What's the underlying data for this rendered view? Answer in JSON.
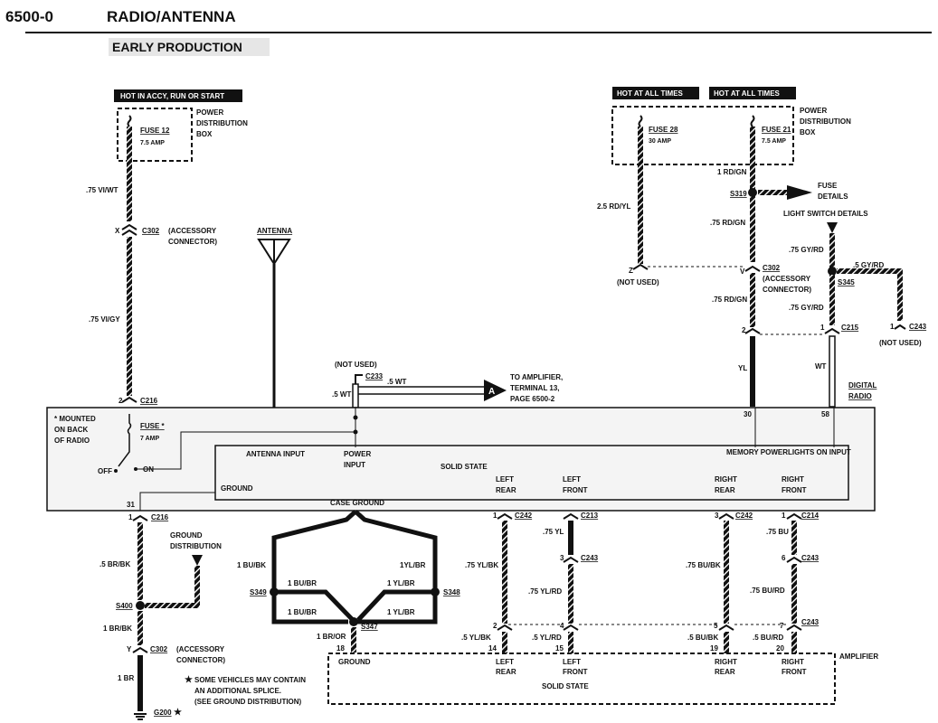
{
  "header": {
    "code": "6500-0",
    "title": "RADIO/ANTENNA",
    "subtitle": "EARLY PRODUCTION"
  },
  "banners": {
    "accy": "HOT IN ACCY, RUN OR START",
    "always1": "HOT AT ALL TIMES",
    "always2": "HOT AT ALL TIMES"
  },
  "pdb": {
    "left": [
      "POWER",
      "DISTRIBUTION",
      "BOX"
    ],
    "right": [
      "POWER",
      "DISTRIBUTION",
      "BOX"
    ]
  },
  "fuses": {
    "f12": "FUSE 12",
    "f12amp": "7.5 AMP",
    "f28": "FUSE 28",
    "f28amp": "30 AMP",
    "f21": "FUSE 21",
    "f21amp": "7.5 AMP",
    "radio": "FUSE *",
    "radioamp": "7 AMP"
  },
  "wires": {
    "w1": ".75 VI/WT",
    "w2": ".75 VI/GY",
    "w3": "2.5 RD/YL",
    "w4": "1 RD/GN",
    "w5": ".75 RD/GN",
    "w6": ".75 RD/GN",
    "w7": ".75 GY/RD",
    "w8": ".75 GY/RD",
    "w9": ".5 GY/RD",
    "w10": "YL",
    "w11": "WT",
    "w12": ".5 WT",
    "w13": ".5 WT",
    "w14": ".5 BR/BK",
    "w15": "1 BR/BK",
    "w16": "1 BR",
    "w17": "1 BU/BK",
    "w18": "1 BU/BR",
    "w19": "1 BU/BR",
    "w20": "1YL/BR",
    "w21": "1 YL/BR",
    "w22": "1 YL/BR",
    "w23": "1 BR/OR",
    "w24": ".75 YL/BK",
    "w25": ".5 YL/BK",
    "w26": ".75 YL",
    "w27": ".75 YL/RD",
    "w28": ".5 YL/RD",
    "w29": ".75 BU/BK",
    "w30": ".5 BU/BK",
    "w31": ".75 BU",
    "w32": ".75 BU/RD",
    "w33": ".5 BU/RD"
  },
  "connectors": {
    "c302": "C302",
    "c302desc": [
      "(ACCESSORY",
      "CONNECTOR)"
    ],
    "x": "X",
    "y": "Y",
    "z": "Z",
    "v": "V",
    "c302r": "C302",
    "c302rdesc": [
      "(ACCESSORY",
      "CONNECTOR)"
    ],
    "c216a": "C216",
    "c216b": "C216",
    "c233": "C233",
    "c215": "C215",
    "c243": "C243",
    "c242a": "C242",
    "c213": "C213",
    "c242b": "C242",
    "c214": "C214",
    "c243a": "C243",
    "c243b": "C243",
    "c243c": "C243",
    "c302b": "C302",
    "s319": "S319",
    "s345": "S345",
    "s349": "S349",
    "s348": "S348",
    "s347": "S347",
    "s400": "S400",
    "g200": "G200",
    "notused1": "(NOT USED)",
    "notused2": "(NOT USED)",
    "notused3": "(NOT USED)"
  },
  "pins": {
    "p2": "2",
    "p31": "31",
    "p1": "1",
    "p30": "30",
    "p58": "58",
    "p2b": "2",
    "p1b": "1",
    "p1c": "1",
    "p1d": "1",
    "p1e": "1",
    "p3": "3",
    "p1f": "1",
    "p3b": "3",
    "p6": "6",
    "p2c": "2",
    "p4": "4",
    "p5": "5",
    "p7": "7",
    "p14": "14",
    "p15": "15",
    "p19": "19",
    "p20": "20",
    "p18": "18"
  },
  "labels": {
    "antenna": "ANTENNA",
    "fuseDetails": [
      "FUSE",
      "DETAILS"
    ],
    "lightSwitch": "LIGHT SWITCH DETAILS",
    "amplifierRef": [
      "TO AMPLIFIER,",
      "TERMINAL 13,",
      "PAGE 6500-2"
    ],
    "arrowA": "A",
    "digitalRadio": [
      "DIGITAL",
      "RADIO"
    ],
    "mounted": [
      "* MOUNTED",
      "ON BACK",
      "OF RADIO"
    ],
    "off": "OFF",
    "on": "ON",
    "antennaInput": "ANTENNA INPUT",
    "powerInput": [
      "POWER",
      "INPUT"
    ],
    "solidState": "SOLID STATE",
    "ground": "GROUND",
    "memoryPower": "MEMORY POWER",
    "lightsOn": "LIGHTS ON INPUT",
    "leftRear": [
      "LEFT",
      "REAR"
    ],
    "leftFront": [
      "LEFT",
      "FRONT"
    ],
    "rightRear": [
      "RIGHT",
      "REAR"
    ],
    "rightFront": [
      "RIGHT",
      "FRONT"
    ],
    "caseGround": "CASE GROUND",
    "groundDist": [
      "GROUND",
      "DISTRIBUTION"
    ],
    "amplifier": "AMPLIFIER",
    "ampGround": "GROUND",
    "ampSolidState": "SOLID STATE",
    "ampLeftRear": [
      "LEFT",
      "REAR"
    ],
    "ampLeftFront": [
      "LEFT",
      "FRONT"
    ],
    "ampRightRear": [
      "RIGHT",
      "REAR"
    ],
    "ampRightFront": [
      "RIGHT",
      "FRONT"
    ],
    "note": [
      "SOME VEHICLES MAY CONTAIN",
      "AN ADDITIONAL SPLICE.",
      "(SEE GROUND DISTRIBUTION)"
    ],
    "noteStar": "★",
    "g200star": "★"
  }
}
